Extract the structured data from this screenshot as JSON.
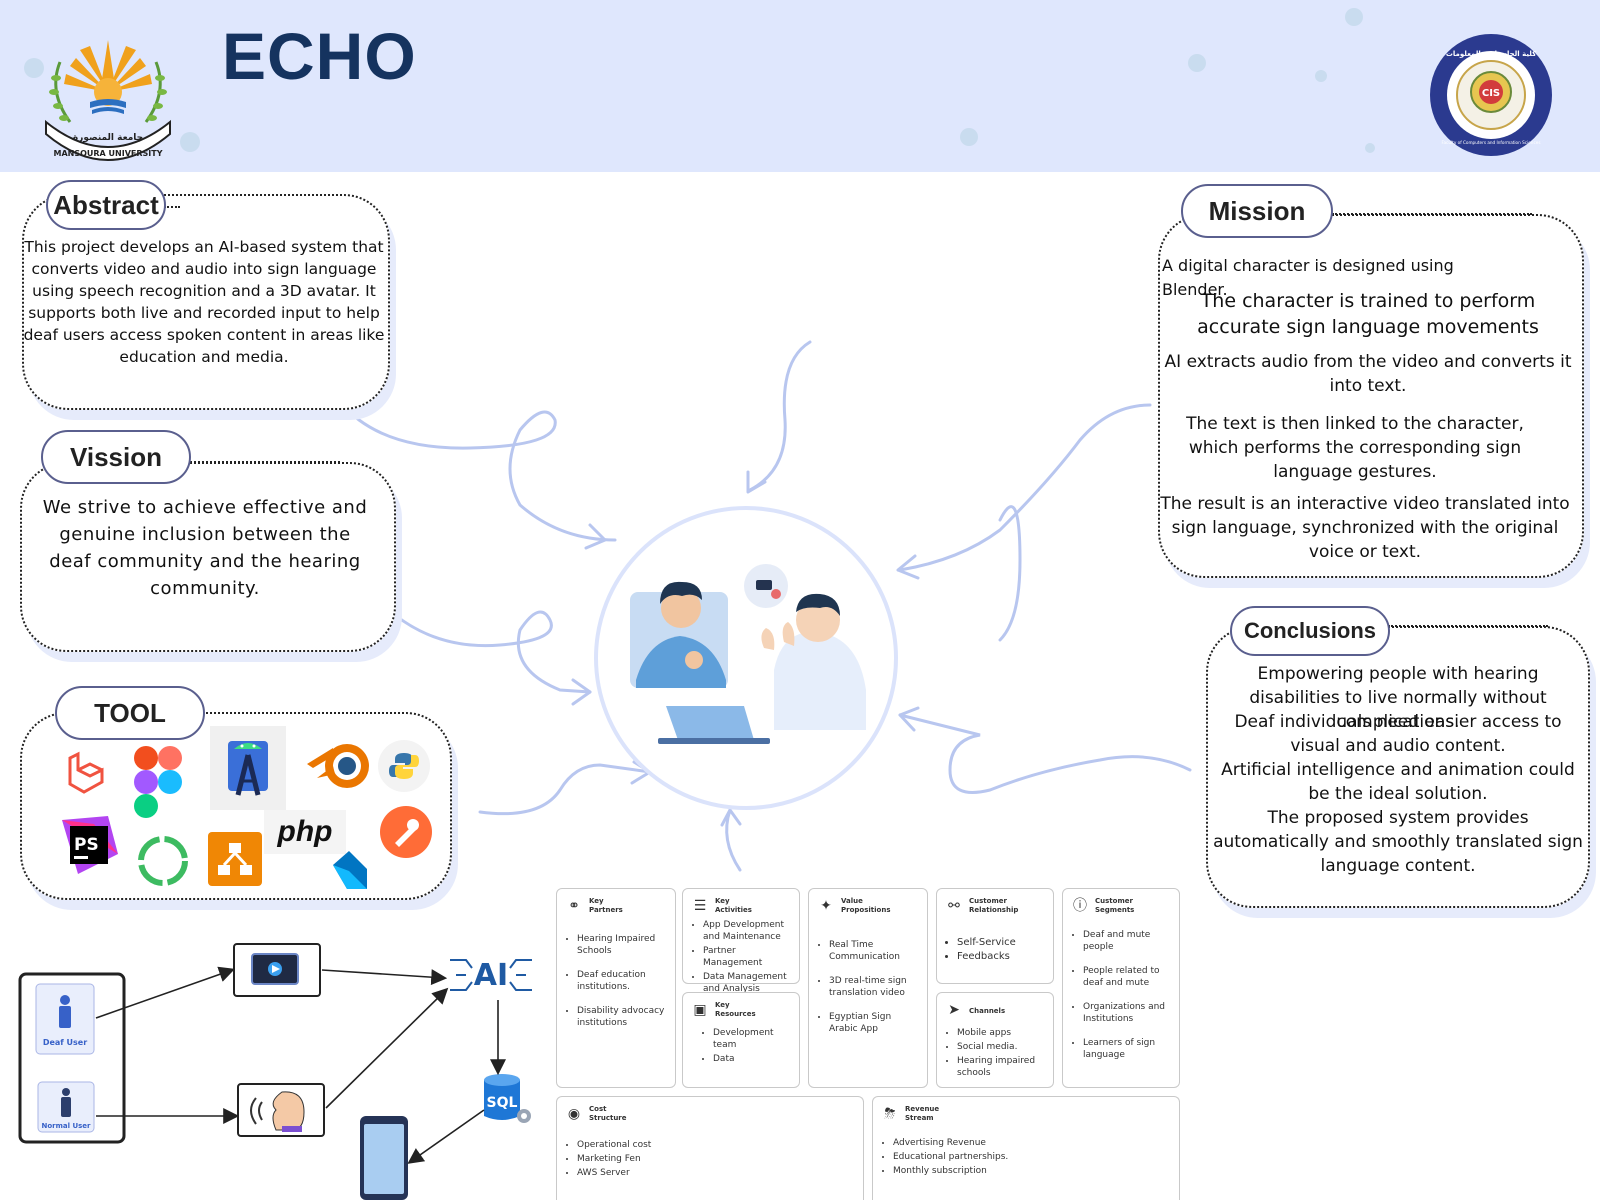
{
  "header": {
    "title": "ECHO",
    "left_logo_text": "MANSOURA UNIVERSITY",
    "left_logo_arabic": "جامعة المنصورة",
    "right_logo_text": "Faculty of Computers and Information Sciences",
    "right_logo_arabic": "كلية الحاسبات والمعلومات",
    "right_logo_badge": "CIS"
  },
  "abstract": {
    "label": "Abstract",
    "text": "This project develops an AI-based system that converts video and audio into sign language using speech recognition and a 3D avatar. It supports both live and recorded input to help deaf users access spoken content in areas like education and media."
  },
  "vision": {
    "label": "Vission",
    "text": "We strive to achieve effective and genuine inclusion between the deaf community and the hearing community."
  },
  "tool": {
    "label": "TOOL",
    "items": [
      "laravel-icon",
      "figma-icon",
      "android-studio-icon",
      "blender-icon",
      "python-icon",
      "phpstorm-icon",
      "cycle-icon",
      "draw-io-icon",
      "php-icon",
      "postman-icon",
      "dart-icon"
    ],
    "php_text": "php",
    "ps_text": "PS"
  },
  "mission": {
    "label": "Mission",
    "points": [
      "A digital character is designed using Blender.",
      "The character is trained to perform accurate sign language movements",
      "AI extracts audio from the video and converts it into text.",
      "The text is then linked to the character, which performs the corresponding sign language gestures.",
      "The result is an interactive video translated into sign language, synchronized with the original voice or text."
    ]
  },
  "conclusions": {
    "label": "Conclusions",
    "points": [
      "Empowering people with hearing disabilities to live normally without complications.",
      "Deaf individuals need easier access to visual and audio content.",
      "Artificial intelligence and animation could be the ideal solution.",
      "The proposed system provides automatically and smoothly translated sign language content."
    ]
  },
  "diagram": {
    "deaf_user": "Deaf User",
    "normal_user": "Normal User",
    "ai_label": "AI",
    "sql_label": "SQL"
  },
  "bmc": {
    "key_partners": {
      "title": "Key\nPartners",
      "items": [
        "Hearing Impaired Schools",
        "Deaf education institutions.",
        "Disability advocacy institutions"
      ]
    },
    "key_activities": {
      "title": "Key\nActivities",
      "items": [
        "App Development and Maintenance",
        "Partner Management",
        "Data Management and Analysis"
      ]
    },
    "key_resources": {
      "title": "Key\nResources",
      "items": [
        "Development team",
        "Data"
      ]
    },
    "value_propositions": {
      "title": "Value\nPropositions",
      "items": [
        "Real Time Communication",
        "3D real-time sign translation video",
        "Egyptian Sign Arabic App"
      ]
    },
    "customer_relationship": {
      "title": "Customer\nRelationship",
      "items": [
        "Self-Service",
        "Feedbacks"
      ]
    },
    "channels": {
      "title": "Channels",
      "items": [
        "Mobile apps",
        "Social media.",
        "Hearing impaired schools"
      ]
    },
    "customer_segments": {
      "title": "Customer\nSegments",
      "items": [
        "Deaf and mute people",
        "People related to deaf and mute",
        "Organizations and Institutions",
        "Learners of sign language"
      ]
    },
    "cost_structure": {
      "title": "Cost\nStructure",
      "items": [
        "Operational cost",
        "Marketing Fen",
        "AWS Server"
      ]
    },
    "revenue_stream": {
      "title": "Revenue\nStream",
      "items": [
        "Advertising Revenue",
        "Educational partnerships.",
        "Monthly subscription"
      ]
    }
  }
}
